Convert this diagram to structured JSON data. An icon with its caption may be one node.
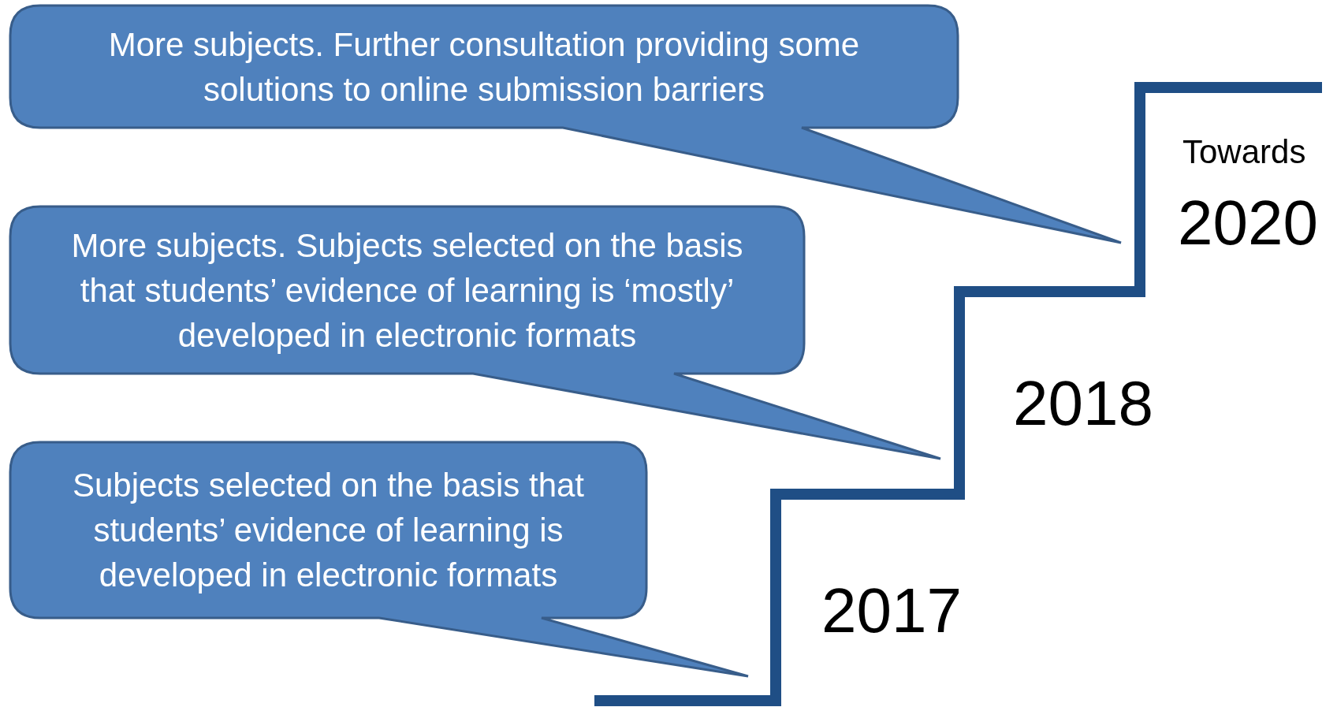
{
  "diagram": {
    "nodes": [
      {
        "text": [
          "More subjects. Further consultation providing some solutions to online submission barriers"
        ]
      },
      {
        "text": [
          "More subjects. Subjects selected on the basis that students’ evidence of learning is ‘mostly’ developed in electronic formats"
        ]
      },
      {
        "text": [
          "Subjects selected on the basis that students’ evidence of learning is developed in electronic formats"
        ]
      }
    ],
    "labels": [
      "Towards",
      "2020",
      "2018",
      "2017"
    ]
  }
}
